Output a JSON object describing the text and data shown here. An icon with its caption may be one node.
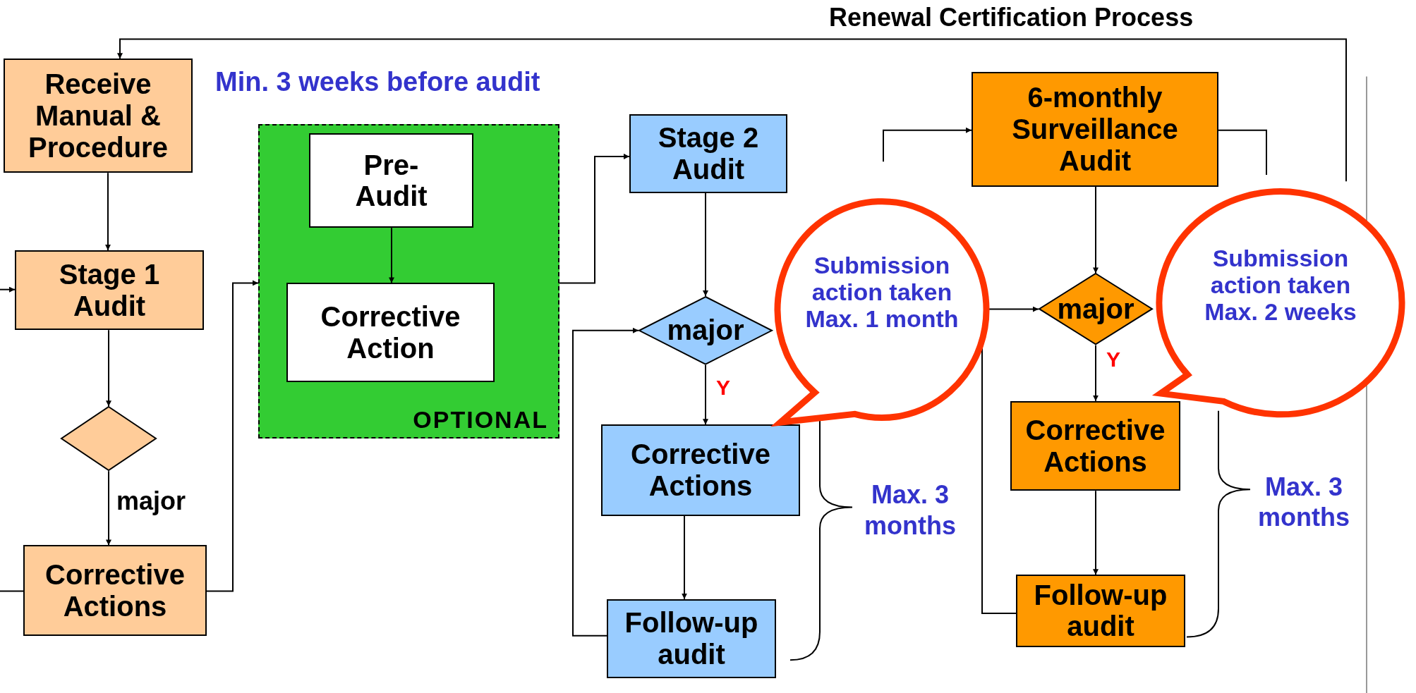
{
  "diagram": {
    "title": "Renewal Certification Process",
    "nodes": [
      {
        "text": [
          "Receive Manual & Procedure"
        ]
      },
      {
        "text": [
          "Stage 1 Audit"
        ]
      },
      {
        "text": [],
        "shape": "diamond"
      },
      {
        "text": [
          "Corrective Actions"
        ]
      },
      {
        "text": [
          "OPTIONAL"
        ]
      },
      {
        "text": [
          "Pre-Audit"
        ],
        "in": 4
      },
      {
        "text": [
          "Corrective Action"
        ],
        "in": 4
      },
      {
        "text": [
          "Stage 2 Audit"
        ]
      },
      {
        "text": [
          "major"
        ]
      },
      {
        "text": [
          "Corrective Actions"
        ]
      },
      {
        "text": [
          "Follow-up audit"
        ]
      },
      {
        "text": [
          "6-monthly Surveillance Audit"
        ]
      },
      {
        "text": [
          "major"
        ]
      },
      {
        "text": [
          "Corrective Actions"
        ]
      },
      {
        "text": [
          "Follow-up audit"
        ]
      },
      {
        "text": [
          "Submission action taken Max. 1 month"
        ]
      },
      {
        "text": [
          "Submission action taken Max. 2 weeks"
        ]
      }
    ],
    "edges": [
      {
        "from": 0,
        "to": 1,
        "arrow": "to"
      },
      {
        "from": 1,
        "to": 2,
        "arrow": "to"
      },
      {
        "from": 2,
        "to": 3,
        "arrow": "to",
        "label": "major"
      },
      {
        "from": 3,
        "to": 4,
        "arrow": "to"
      },
      {
        "from": 5,
        "to": 6,
        "arrow": "to"
      },
      {
        "from": 4,
        "to": 7,
        "arrow": "to"
      },
      {
        "from": 7,
        "to": 8,
        "arrow": "to"
      },
      {
        "from": 8,
        "to": 9,
        "arrow": "to",
        "label": "Y"
      },
      {
        "from": 10,
        "to": 8,
        "arrow": "to"
      },
      {
        "from": 9,
        "to": 10,
        "arrow": "to"
      },
      {
        "from": null,
        "to": 11,
        "arrow": "to"
      },
      {
        "from": 11,
        "to": 12,
        "arrow": "to"
      },
      {
        "from": 12,
        "to": 13,
        "arrow": "to",
        "label": "Y"
      },
      {
        "from": 13,
        "to": 14,
        "arrow": "to"
      },
      {
        "from": 14,
        "to": 12,
        "arrow": "to"
      },
      {
        "from": 11,
        "to": null,
        "arrow": "none"
      },
      {
        "from": null,
        "to": 0,
        "arrow": "to"
      },
      {
        "from": null,
        "to": 1,
        "arrow": "to"
      },
      {
        "from": 3,
        "to": null,
        "arrow": "none"
      }
    ],
    "labels": [
      "Min. 3 weeks before audit",
      "Max. 3 months",
      "Max. 3 months"
    ]
  }
}
